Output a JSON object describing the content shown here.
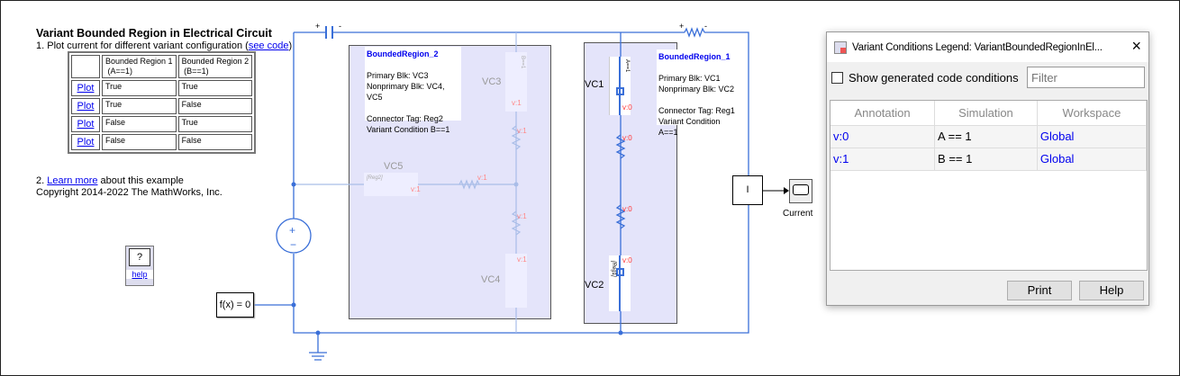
{
  "info": {
    "title": "Variant Bounded Region in Electrical Circuit",
    "step1_prefix": "1. Plot current for different variant configuration (",
    "step1_link": "see code",
    "step1_suffix": ")",
    "table": {
      "headers": [
        "",
        "Bounded Region 1",
        "Bounded Region 2"
      ],
      "subheaders": [
        "",
        "(A==1)",
        "(B==1)"
      ],
      "rows": [
        {
          "link": "Plot",
          "r1": "True",
          "r2": "True"
        },
        {
          "link": "Plot",
          "r1": "True",
          "r2": "False"
        },
        {
          "link": "Plot",
          "r1": "False",
          "r2": "True"
        },
        {
          "link": "Plot",
          "r1": "False",
          "r2": "False"
        }
      ]
    },
    "step2_prefix": "2. ",
    "step2_link": "Learn more",
    "step2_suffix": " about this example",
    "copyright": "Copyright 2014-2022 The MathWorks, Inc."
  },
  "help": {
    "symbol": "?",
    "link": "help"
  },
  "solver": {
    "label": "f(x) = 0"
  },
  "region2": {
    "title": "BoundedRegion_2",
    "primary": "Primary Blk: VC3",
    "nonprimary": "Nonprimary Blk: VC4, VC5",
    "tag": "Connector Tag: Reg2",
    "cond": "Variant Condition B==1",
    "vc3": "VC3",
    "vc4": "VC4",
    "vc5": "VC5",
    "ann": "v:1",
    "goto": "[Reg2]",
    "cond_short": "B==1"
  },
  "region1": {
    "title": "BoundedRegion_1",
    "primary": "Primary Blk: VC1",
    "nonprimary": "Nonprimary Blk: VC2",
    "tag": "Connector Tag: Reg1",
    "cond": "Variant Condition A==1",
    "vc1": "VC1",
    "vc2": "VC2",
    "ann": "v:0",
    "goto": "[Reg1]",
    "cond_short": "A==1"
  },
  "sensor": {
    "label": "I"
  },
  "scope": {
    "label": "Current"
  },
  "capacitor": {
    "plus": "+",
    "minus": "-"
  },
  "resistor": {
    "plus": "+",
    "minus": "-"
  },
  "dialog": {
    "title": "Variant Conditions Legend: VariantBoundedRegionInEl...",
    "checkbox_label": "Show generated code conditions",
    "filter_placeholder": "Filter",
    "columns": [
      "Annotation",
      "Simulation",
      "Workspace"
    ],
    "rows": [
      {
        "annotation": "v:0",
        "simulation": "A == 1",
        "workspace": "Global"
      },
      {
        "annotation": "v:1",
        "simulation": "B == 1",
        "workspace": "Global"
      }
    ],
    "print": "Print",
    "help": "Help",
    "close": "×"
  },
  "colors": {
    "wire": "#3a6fd8",
    "region": "#e4e4fa",
    "link": "#0000ee",
    "annotation": "#ff3333"
  }
}
